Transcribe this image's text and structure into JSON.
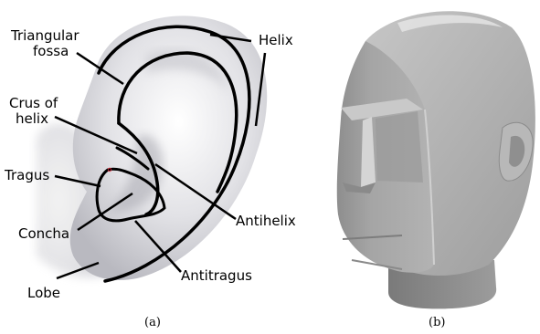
{
  "panel_a": {
    "caption": "(a)",
    "labels": {
      "triangular_fossa": [
        "Triangular",
        "fossa"
      ],
      "helix": "Helix",
      "crus_of_helix": [
        "Crus of",
        "helix"
      ],
      "tragus": "Tragus",
      "concha": "Concha",
      "antihelix": "Antihelix",
      "lobe": "Lobe",
      "antitragus": "Antitragus"
    }
  },
  "panel_b": {
    "caption": "(b)"
  },
  "colors": {
    "outline": "#000000",
    "skin_light": "#f4f4f6",
    "skin_shadow": "#9a9aa2",
    "head_gray": "#a9a9a9"
  }
}
